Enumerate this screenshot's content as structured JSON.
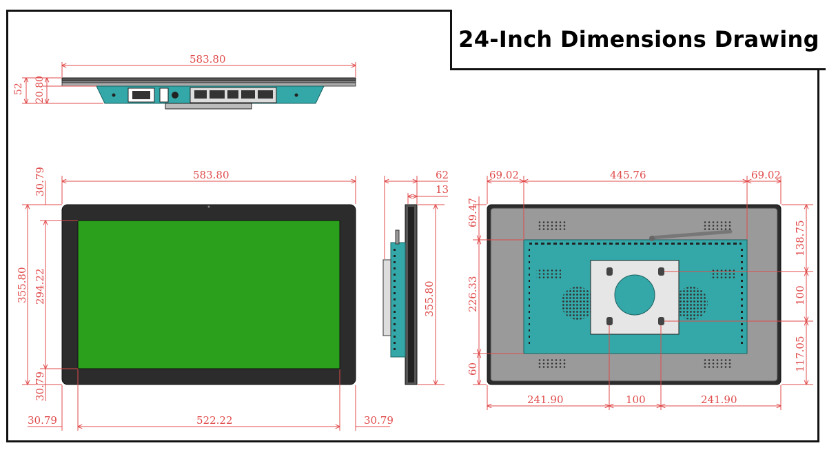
{
  "title": "24-Inch Dimensions Drawing",
  "colors": {
    "dimension": "#e04a4a",
    "bezel": "#2c2c2c",
    "screen": "#2aa01c",
    "housing": "#34a8a8",
    "rear": "#9a9a9a"
  },
  "top_view": {
    "width": "583.80",
    "depth_total": "52",
    "depth_body": "20.80"
  },
  "front_view": {
    "width": "583.80",
    "height": "355.80",
    "screen_height": "294.22",
    "top_bezel": "30.79",
    "bottom_bezel": "30.79",
    "left_bezel": "30.79",
    "screen_width": "522.22",
    "right_bezel": "30.79"
  },
  "side_view": {
    "depth_total": "62",
    "depth_frame": "13",
    "height": "355.80"
  },
  "back_view": {
    "left_offset": "69.02",
    "center_width": "445.76",
    "right_offset": "69.02",
    "top_offset": "69.47",
    "center_height": "226.33",
    "bottom_offset": "60",
    "right_top": "138.75",
    "vesa_height": "100",
    "right_bottom": "117.05",
    "bottom_left": "241.90",
    "vesa_width": "100",
    "bottom_right": "241.90"
  }
}
